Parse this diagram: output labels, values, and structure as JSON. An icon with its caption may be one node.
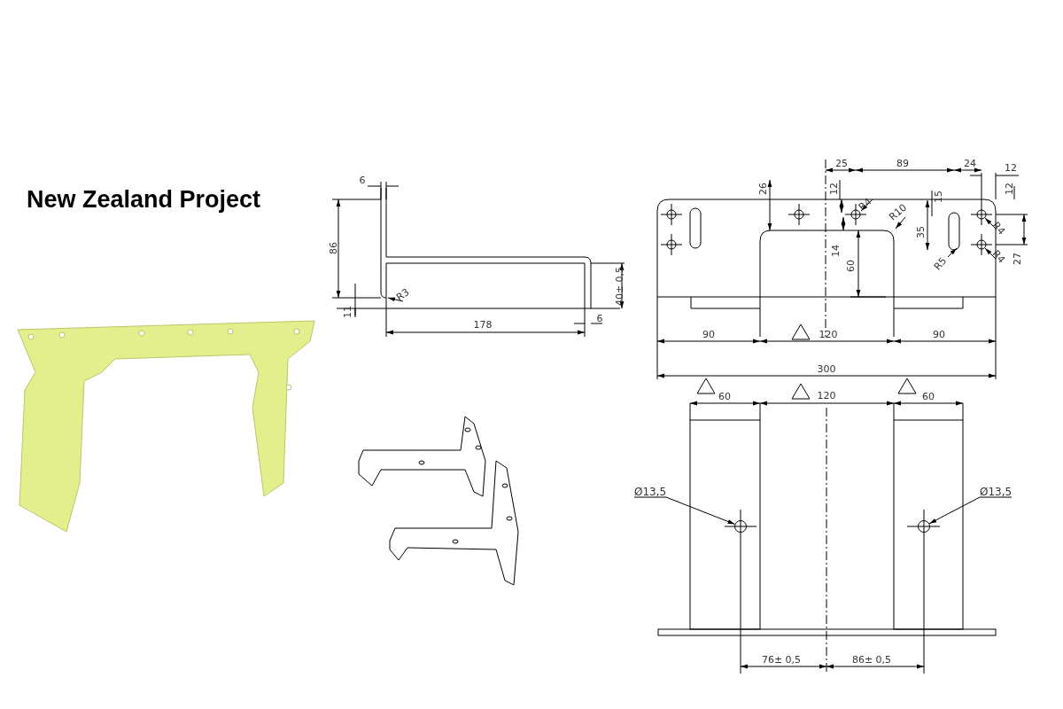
{
  "diagram": {
    "title": "New Zealand Project",
    "nodes": [
      {
        "text": [
          "Ø13,5"
        ]
      },
      {
        "text": [],
        "shape": "circle"
      },
      {
        "text": [
          "Ø13,5"
        ]
      },
      {
        "text": [],
        "shape": "circle"
      }
    ],
    "edges": [
      {
        "from": 0,
        "to": 1,
        "arrow": "to"
      },
      {
        "from": 2,
        "to": 3,
        "arrow": "to"
      }
    ],
    "labels": [
      "6",
      "86",
      "R3",
      "11",
      "40± 0,5",
      "6",
      "178",
      "25",
      "89",
      "24",
      "12",
      "26",
      "12",
      "12",
      "R4",
      "R10",
      "15",
      "35",
      "14",
      "R4",
      "60",
      "R5",
      "R4",
      "27",
      "90",
      "120",
      "90",
      "300",
      "60",
      "120",
      "60",
      "76± 0,5",
      "86± 0,5"
    ]
  }
}
